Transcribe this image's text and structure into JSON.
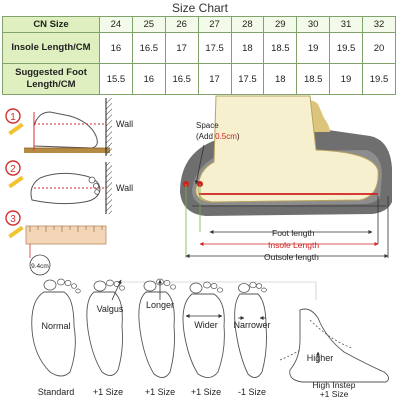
{
  "title": "Size Chart",
  "table": {
    "header_label": "CN Size",
    "sizes": [
      "24",
      "25",
      "26",
      "27",
      "28",
      "29",
      "30",
      "31",
      "32"
    ],
    "rows": [
      {
        "label": "Insole Length/CM",
        "values": [
          "16",
          "16.5",
          "17",
          "17.5",
          "18",
          "18.5",
          "19",
          "19.5",
          "20"
        ]
      },
      {
        "label": "Suggested Foot Length/CM",
        "values": [
          "15.5",
          "16",
          "16.5",
          "17",
          "17.5",
          "18",
          "18.5",
          "19",
          "19.5"
        ]
      }
    ]
  },
  "measure": {
    "step1": "1",
    "step2": "2",
    "step3": "3",
    "wall1": "Wall",
    "wall2": "Wall",
    "ruler_value": "9.4cm"
  },
  "shoe": {
    "space_label": "Space",
    "add_prefix": "(Add ",
    "add_value": "0.5cm",
    "add_suffix": ")",
    "foot_length": "Foot length",
    "insole_length": "Insole Length",
    "outsole_length": "Outsole length"
  },
  "foot_types": {
    "normal": "Normal",
    "valgus": "Valgus",
    "longer": "Longer",
    "wider": "Wider",
    "narrower": "Narrower",
    "higher": "Higher"
  },
  "size_advice": {
    "standard": "Standard",
    "valgus": "+1 Size",
    "longer": "+1 Size",
    "wider": "+1 Size",
    "narrower": "-1 Size",
    "high_instep_1": "High Instep",
    "high_instep_2": "+1 Size"
  },
  "colors": {
    "table_border": "#7fa36a",
    "table_header_bg": "#dfefbf",
    "step_red": "#d03030",
    "pencil_yellow": "#f2c230",
    "shoe_gray": "#6f6f6f",
    "sock_cream": "#f7f0cf",
    "insole_red": "#d02020"
  }
}
